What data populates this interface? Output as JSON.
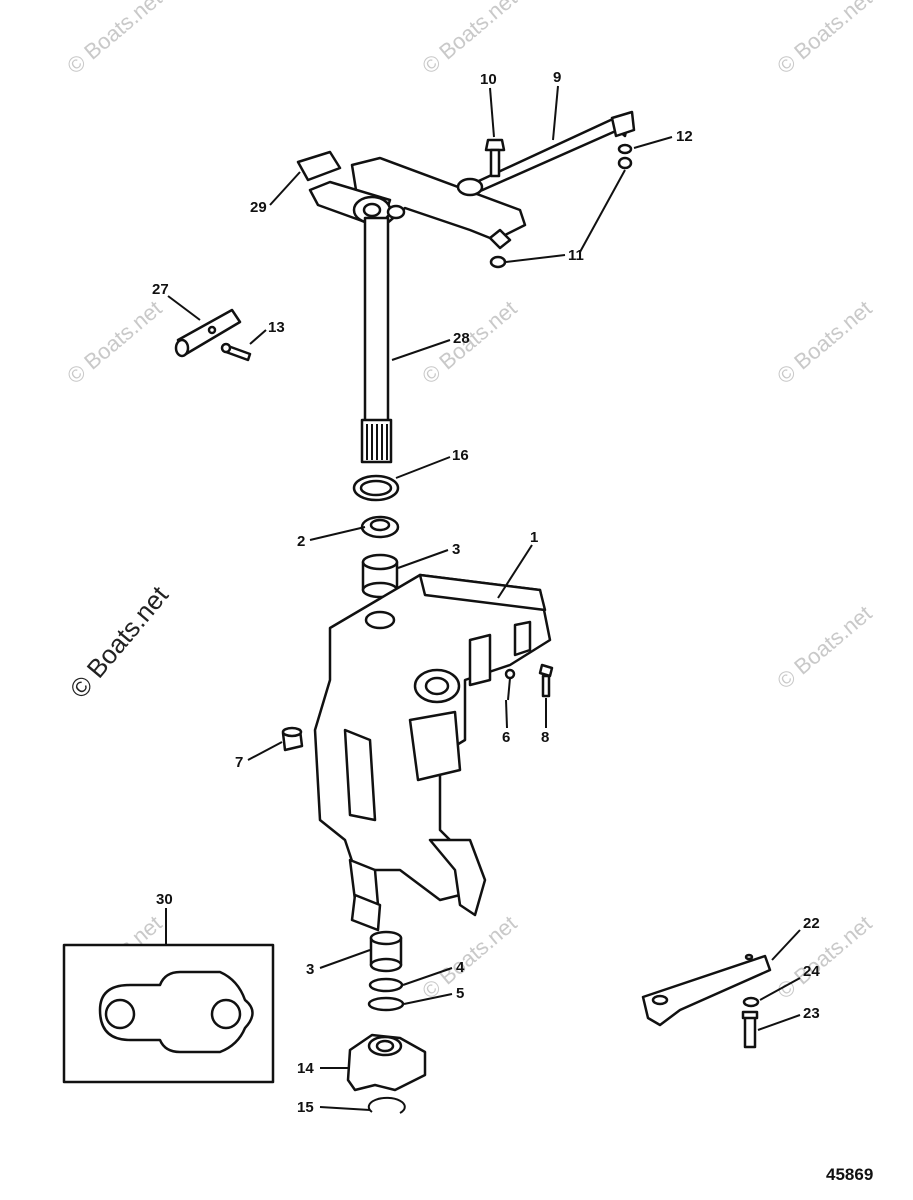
{
  "diagram": {
    "drawing_number": "45869",
    "watermark_text": "© Boats.net",
    "colors": {
      "line": "#111111",
      "background": "#ffffff",
      "watermark": "#c9c9c9"
    },
    "callouts": [
      {
        "id": "1",
        "label": "1"
      },
      {
        "id": "2",
        "label": "2"
      },
      {
        "id": "3a",
        "label": "3"
      },
      {
        "id": "3b",
        "label": "3"
      },
      {
        "id": "4",
        "label": "4"
      },
      {
        "id": "5",
        "label": "5"
      },
      {
        "id": "6",
        "label": "6"
      },
      {
        "id": "7",
        "label": "7"
      },
      {
        "id": "8",
        "label": "8"
      },
      {
        "id": "9",
        "label": "9"
      },
      {
        "id": "10",
        "label": "10"
      },
      {
        "id": "11",
        "label": "11"
      },
      {
        "id": "12",
        "label": "12"
      },
      {
        "id": "13",
        "label": "13"
      },
      {
        "id": "14",
        "label": "14"
      },
      {
        "id": "15",
        "label": "15"
      },
      {
        "id": "16",
        "label": "16"
      },
      {
        "id": "22",
        "label": "22"
      },
      {
        "id": "23",
        "label": "23"
      },
      {
        "id": "24",
        "label": "24"
      },
      {
        "id": "27",
        "label": "27"
      },
      {
        "id": "28",
        "label": "28"
      },
      {
        "id": "29",
        "label": "29"
      },
      {
        "id": "30",
        "label": "30"
      }
    ]
  }
}
